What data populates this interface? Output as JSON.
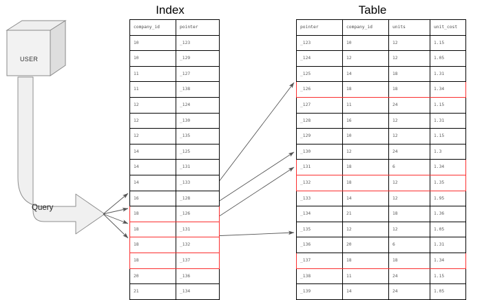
{
  "diagram": {
    "user_node": {
      "label": "USER",
      "icon": "cube-3d-icon"
    },
    "query_arrow": {
      "label": "Query",
      "icon": "curved-arrow-icon"
    },
    "index": {
      "title": "Index",
      "columns": [
        "company_id",
        "pointer"
      ],
      "rows": [
        {
          "company_id": "10",
          "pointer": "_123",
          "highlighted": false
        },
        {
          "company_id": "10",
          "pointer": "_129",
          "highlighted": false
        },
        {
          "company_id": "11",
          "pointer": "_127",
          "highlighted": false
        },
        {
          "company_id": "11",
          "pointer": "_138",
          "highlighted": false
        },
        {
          "company_id": "12",
          "pointer": "_124",
          "highlighted": false
        },
        {
          "company_id": "12",
          "pointer": "_130",
          "highlighted": false
        },
        {
          "company_id": "12",
          "pointer": "_135",
          "highlighted": false
        },
        {
          "company_id": "14",
          "pointer": "_125",
          "highlighted": false
        },
        {
          "company_id": "14",
          "pointer": "_131",
          "highlighted": false
        },
        {
          "company_id": "14",
          "pointer": "_133",
          "highlighted": false
        },
        {
          "company_id": "16",
          "pointer": "_128",
          "highlighted": false
        },
        {
          "company_id": "18",
          "pointer": "_126",
          "highlighted": true
        },
        {
          "company_id": "18",
          "pointer": "_131",
          "highlighted": true
        },
        {
          "company_id": "18",
          "pointer": "_132",
          "highlighted": true
        },
        {
          "company_id": "18",
          "pointer": "_137",
          "highlighted": true
        },
        {
          "company_id": "20",
          "pointer": "_136",
          "highlighted": false
        },
        {
          "company_id": "21",
          "pointer": "_134",
          "highlighted": false
        }
      ]
    },
    "table": {
      "title": "Table",
      "columns": [
        "pointer",
        "company_id",
        "units",
        "unit_cost"
      ],
      "rows": [
        {
          "pointer": "_123",
          "company_id": "10",
          "units": "12",
          "unit_cost": "1.15",
          "highlighted": false
        },
        {
          "pointer": "_124",
          "company_id": "12",
          "units": "12",
          "unit_cost": "1.05",
          "highlighted": false
        },
        {
          "pointer": "_125",
          "company_id": "14",
          "units": "18",
          "unit_cost": "1.31",
          "highlighted": false
        },
        {
          "pointer": "_126",
          "company_id": "18",
          "units": "18",
          "unit_cost": "1.34",
          "highlighted": true
        },
        {
          "pointer": "_127",
          "company_id": "11",
          "units": "24",
          "unit_cost": "1.15",
          "highlighted": false
        },
        {
          "pointer": "_128",
          "company_id": "16",
          "units": "12",
          "unit_cost": "1.31",
          "highlighted": false
        },
        {
          "pointer": "_129",
          "company_id": "10",
          "units": "12",
          "unit_cost": "1.15",
          "highlighted": false
        },
        {
          "pointer": "_130",
          "company_id": "12",
          "units": "24",
          "unit_cost": "1.3",
          "highlighted": false
        },
        {
          "pointer": "_131",
          "company_id": "18",
          "units": "6",
          "unit_cost": "1.34",
          "highlighted": true
        },
        {
          "pointer": "_132",
          "company_id": "18",
          "units": "12",
          "unit_cost": "1.35",
          "highlighted": true
        },
        {
          "pointer": "_133",
          "company_id": "14",
          "units": "12",
          "unit_cost": "1.95",
          "highlighted": false
        },
        {
          "pointer": "_134",
          "company_id": "21",
          "units": "18",
          "unit_cost": "1.36",
          "highlighted": false
        },
        {
          "pointer": "_135",
          "company_id": "12",
          "units": "12",
          "unit_cost": "1.05",
          "highlighted": false
        },
        {
          "pointer": "_136",
          "company_id": "20",
          "units": "6",
          "unit_cost": "1.31",
          "highlighted": false
        },
        {
          "pointer": "_137",
          "company_id": "18",
          "units": "18",
          "unit_cost": "1.34",
          "highlighted": true
        },
        {
          "pointer": "_138",
          "company_id": "11",
          "units": "24",
          "unit_cost": "1.15",
          "highlighted": false
        },
        {
          "pointer": "_139",
          "company_id": "14",
          "units": "24",
          "unit_cost": "1.05",
          "highlighted": false
        }
      ]
    },
    "colors": {
      "highlight": "#fb2c2c",
      "shape_fill": "#f0f0f0",
      "shape_stroke": "#888888",
      "connector": "#555555",
      "grid_line": "#000000",
      "text": "#5a5a5a"
    }
  }
}
